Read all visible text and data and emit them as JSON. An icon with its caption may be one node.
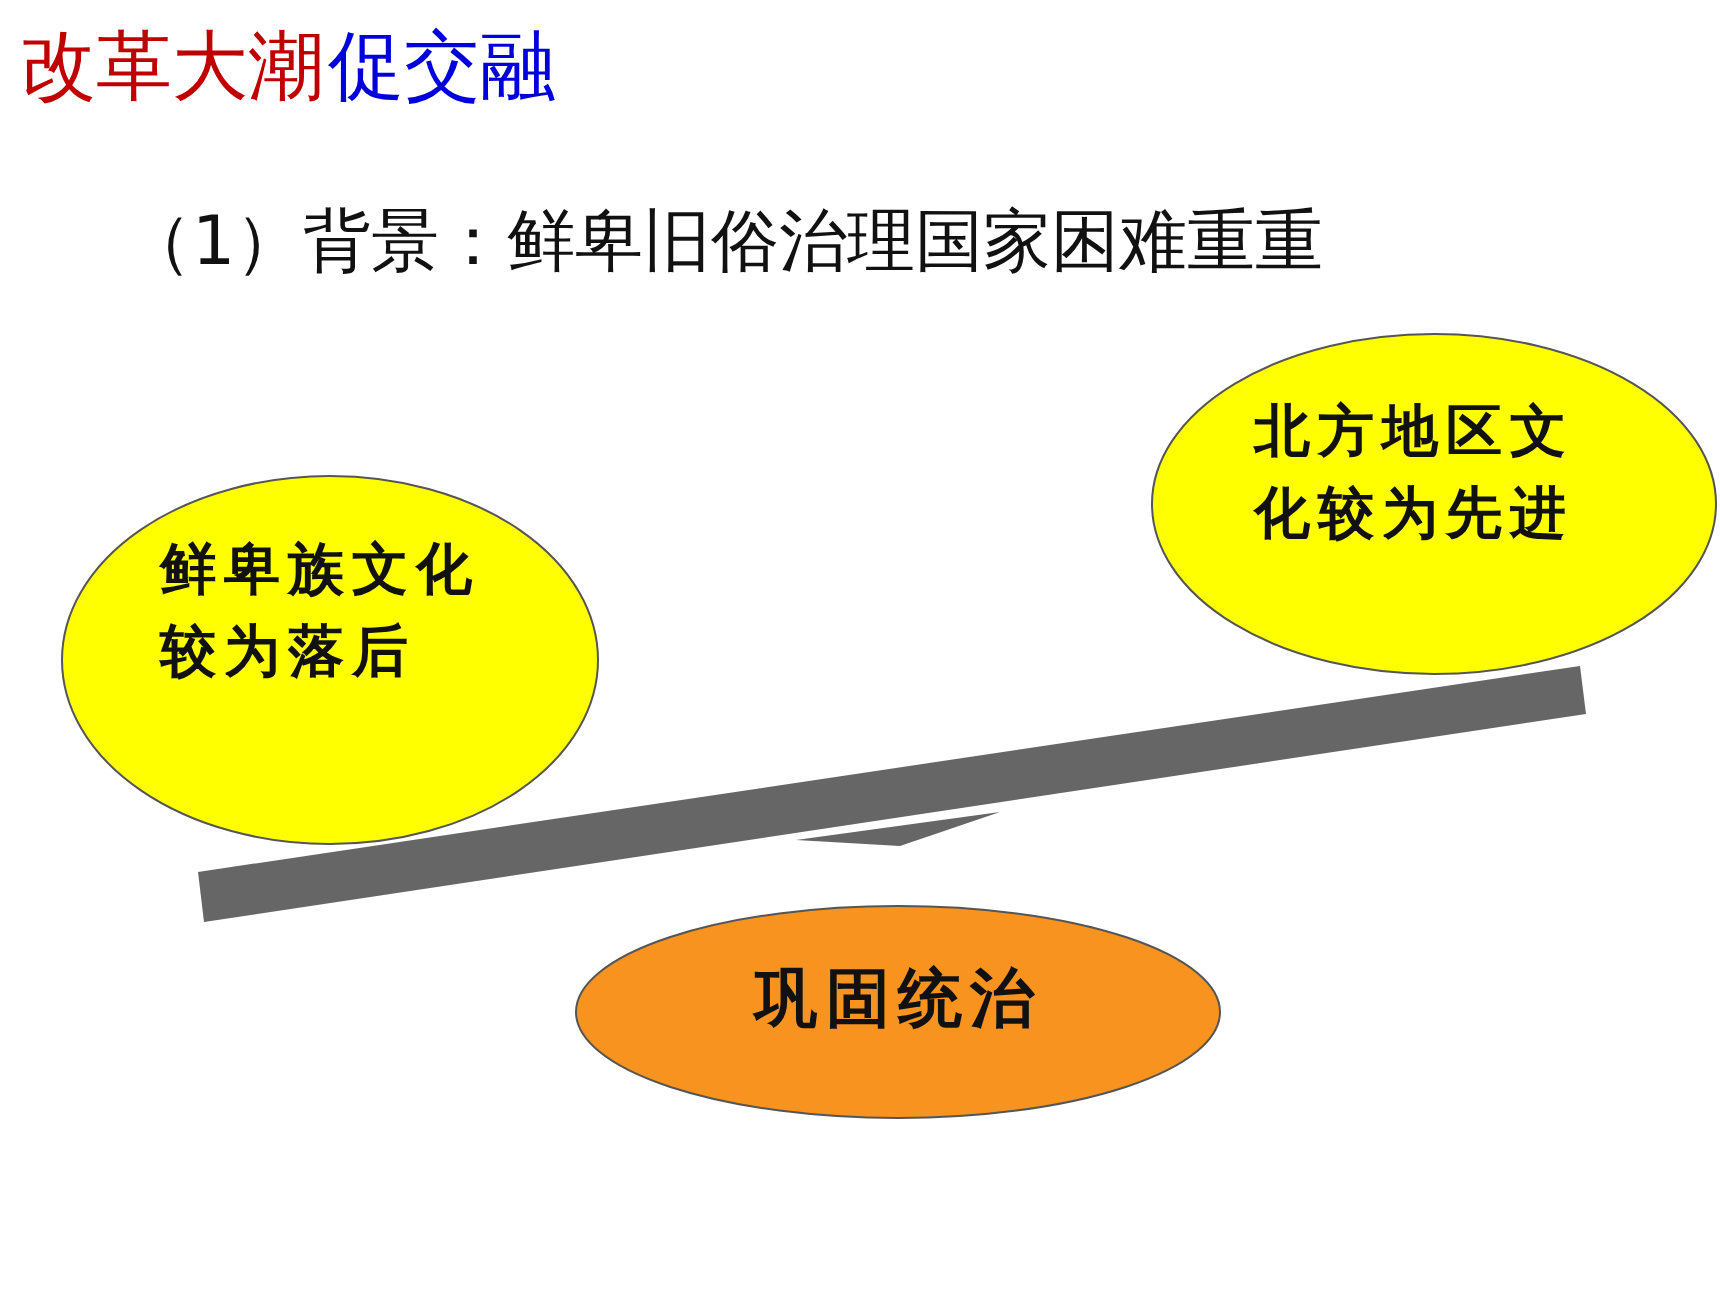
{
  "diagram": {
    "title": "改革大潮",
    "nodes": [
      {
        "text": [
          "鲜卑族文化较为落后"
        ]
      },
      {
        "text": [
          "北方地区文化较为先进"
        ]
      },
      {
        "text": [
          "巩固统治"
        ]
      }
    ],
    "labels": [
      "促交融",
      "（1）背景：鲜卑旧俗治理国家困难重重"
    ]
  }
}
